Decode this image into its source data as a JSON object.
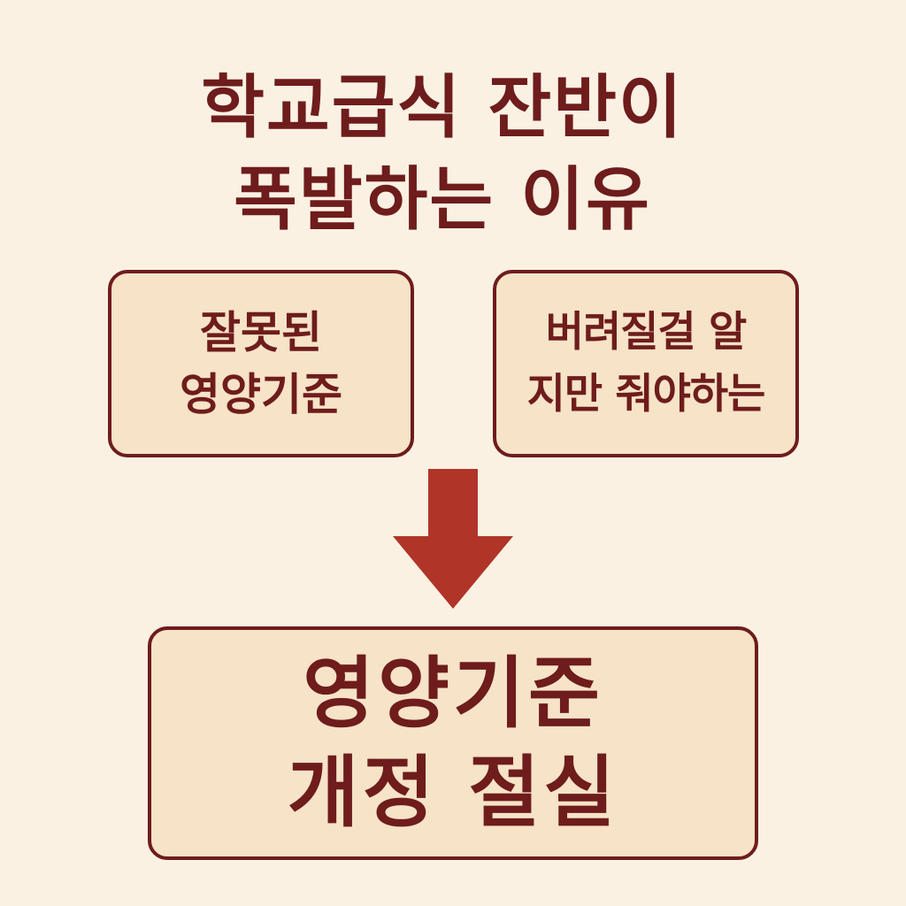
{
  "title": {
    "line1": "학교급식 잔반이",
    "line2": "폭발하는 이유"
  },
  "cause_left": {
    "line1": "잘못된",
    "line2": "영양기준"
  },
  "cause_right": {
    "line1": "버려질걸 알",
    "line2": "지만 줘야하는"
  },
  "conclusion": {
    "line1": "영양기준",
    "line2": "개정 절실"
  },
  "colors": {
    "background": "#faf1e3",
    "box_fill": "#f6e3c8",
    "text_and_border": "#6e1c1c",
    "arrow": "#b03428"
  },
  "icons": {
    "arrow": "arrow-down-icon"
  }
}
